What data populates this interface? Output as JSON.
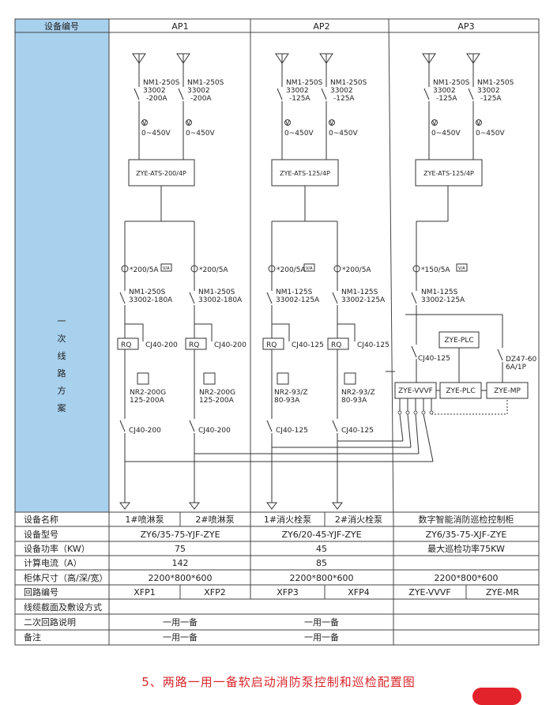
{
  "header": {
    "device_no_label": "设备编号",
    "ap1": "AP1",
    "ap2": "AP2",
    "ap3": "AP3"
  },
  "side_label": [
    "一",
    "次",
    "线",
    "路",
    "方",
    "案"
  ],
  "breaker_top": {
    "ap1": [
      "NM1-250S",
      "33002",
      "-200A"
    ],
    "ap2": [
      "NM1-250S",
      "33002",
      "-125A"
    ],
    "ap3": [
      "NM1-250S",
      "33002",
      "-125A"
    ]
  },
  "voltmeter": "0~450V",
  "ats": {
    "ap1": "ZYE-ATS-200/4P",
    "ap2": "ZYE-ATS-125/4P",
    "ap3": "ZYE-ATS-125/4P"
  },
  "ct": {
    "ap1": "*200/5A",
    "ap2": "*200/5A",
    "ap3": "*150/5A",
    "meter": "V/A"
  },
  "breaker_mid": {
    "ap1": [
      "NM1-250S",
      "33002-180A"
    ],
    "ap2": [
      "NM1-125S",
      "33002-125A"
    ],
    "ap3": [
      "NM1-125S",
      "33002-125A"
    ]
  },
  "rq": "RQ",
  "contactor": {
    "ap1": "CJ40-200",
    "ap2": "CJ40-125",
    "ap3": "CJ40-125"
  },
  "relay": {
    "ap1": [
      "NR2-200G",
      "125-200A"
    ],
    "ap2": [
      "NR2-93/Z",
      "80-93A"
    ]
  },
  "plc": {
    "plc1": "ZYE-PLC",
    "plc2": "ZYE-PLC",
    "vvvf": "ZYE-VVVF",
    "mp": "ZYE-MP",
    "dz": [
      "DZ47-60",
      "6A/1P"
    ]
  },
  "table": {
    "rows": [
      {
        "label": "设备名称",
        "cells": [
          "1#喷淋泵",
          "2#喷淋泵",
          "1#消火栓泵",
          "2#消火栓泵",
          "数字智能消防巡检控制柜"
        ]
      },
      {
        "label": "设备型号",
        "cells": [
          "ZY6/35-75-YJF-ZYE",
          "ZY6/20-45-YJF-ZYE",
          "ZY6/35-75-XJF-ZYE"
        ]
      },
      {
        "label": "设备功率（KW）",
        "cells": [
          "75",
          "45",
          "最大巡检功率75KW"
        ]
      },
      {
        "label": "计算电流（A）",
        "cells": [
          "142",
          "85",
          ""
        ]
      },
      {
        "label": "柜体尺寸（高/深/宽）",
        "cells": [
          "2200*800*600",
          "2200*800*600",
          "2200*800*600"
        ]
      },
      {
        "label": "回路编号",
        "cells": [
          "XFP1",
          "XFP2",
          "XFP3",
          "XFP4",
          "ZYE-VVVF",
          "ZYE-MR"
        ]
      },
      {
        "label": "线缆截面及敷设方式",
        "cells": []
      },
      {
        "label": "二次回路说明",
        "cells": [
          "一用一备",
          "一用一备"
        ]
      },
      {
        "label": "备注",
        "cells": [
          "一用一备",
          "一用一备"
        ]
      }
    ]
  },
  "caption": "5、两路一用一备软启动消防泵控制和巡检配置图",
  "colors": {
    "side_fill": "#a8d1ee",
    "caption": "#d9262b",
    "tab": "#e3232b"
  }
}
